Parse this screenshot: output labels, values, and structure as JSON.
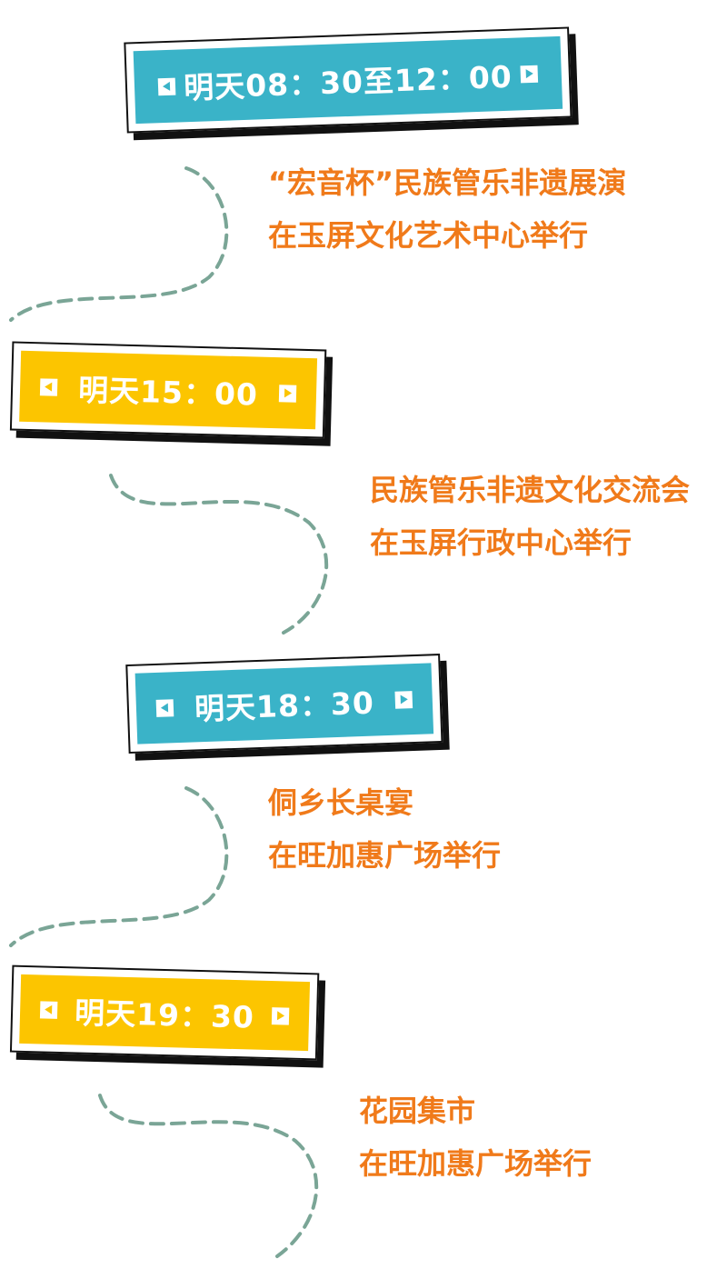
{
  "colors": {
    "teal": "#3ab3c8",
    "yellow": "#fcc500",
    "orange_text": "#f07a1a",
    "dash": "#7aa596"
  },
  "schedule": [
    {
      "time": "明天08：30至12：00",
      "color": "teal",
      "title": "“宏音杯”民族管乐非遗展演",
      "venue": "在玉屏文化艺术中心举行"
    },
    {
      "time": "明天15：00",
      "color": "yellow",
      "title": "民族管乐非遗文化交流会",
      "venue": "在玉屏行政中心举行"
    },
    {
      "time": "明天18：30",
      "color": "teal",
      "title": "侗乡长桌宴",
      "venue": "在旺加惠广场举行"
    },
    {
      "time": "明天19：30",
      "color": "yellow",
      "title": "花园集市",
      "venue": "在旺加惠广场举行"
    }
  ]
}
